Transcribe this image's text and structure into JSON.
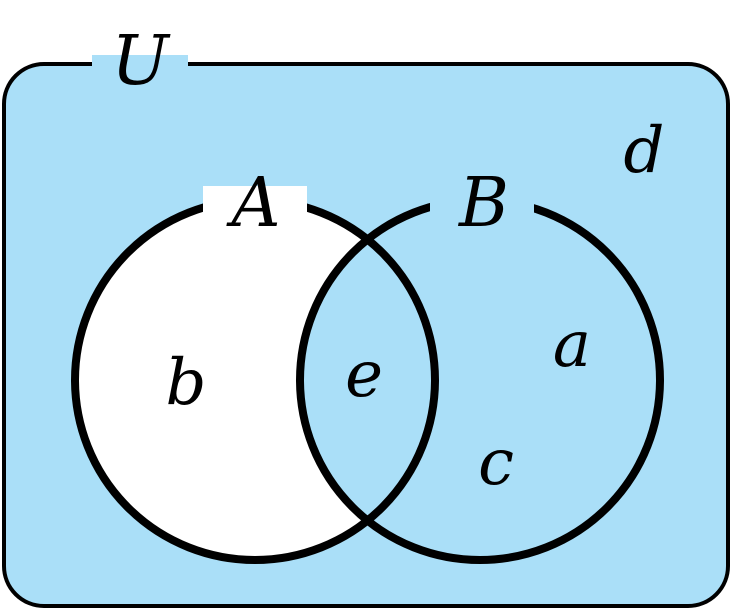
{
  "universe": {
    "label": "U",
    "fill_color": "#aadff8"
  },
  "sets": [
    {
      "key": "A",
      "label": "A",
      "fill_color": "#ffffff"
    },
    {
      "key": "B",
      "label": "B",
      "fill_color": "#aadff8"
    }
  ],
  "elements": {
    "only_A": [
      "b"
    ],
    "A_and_B": [
      "e"
    ],
    "only_B": [
      "a",
      "c"
    ],
    "outside": [
      "d"
    ]
  },
  "outline_color": "#000000"
}
